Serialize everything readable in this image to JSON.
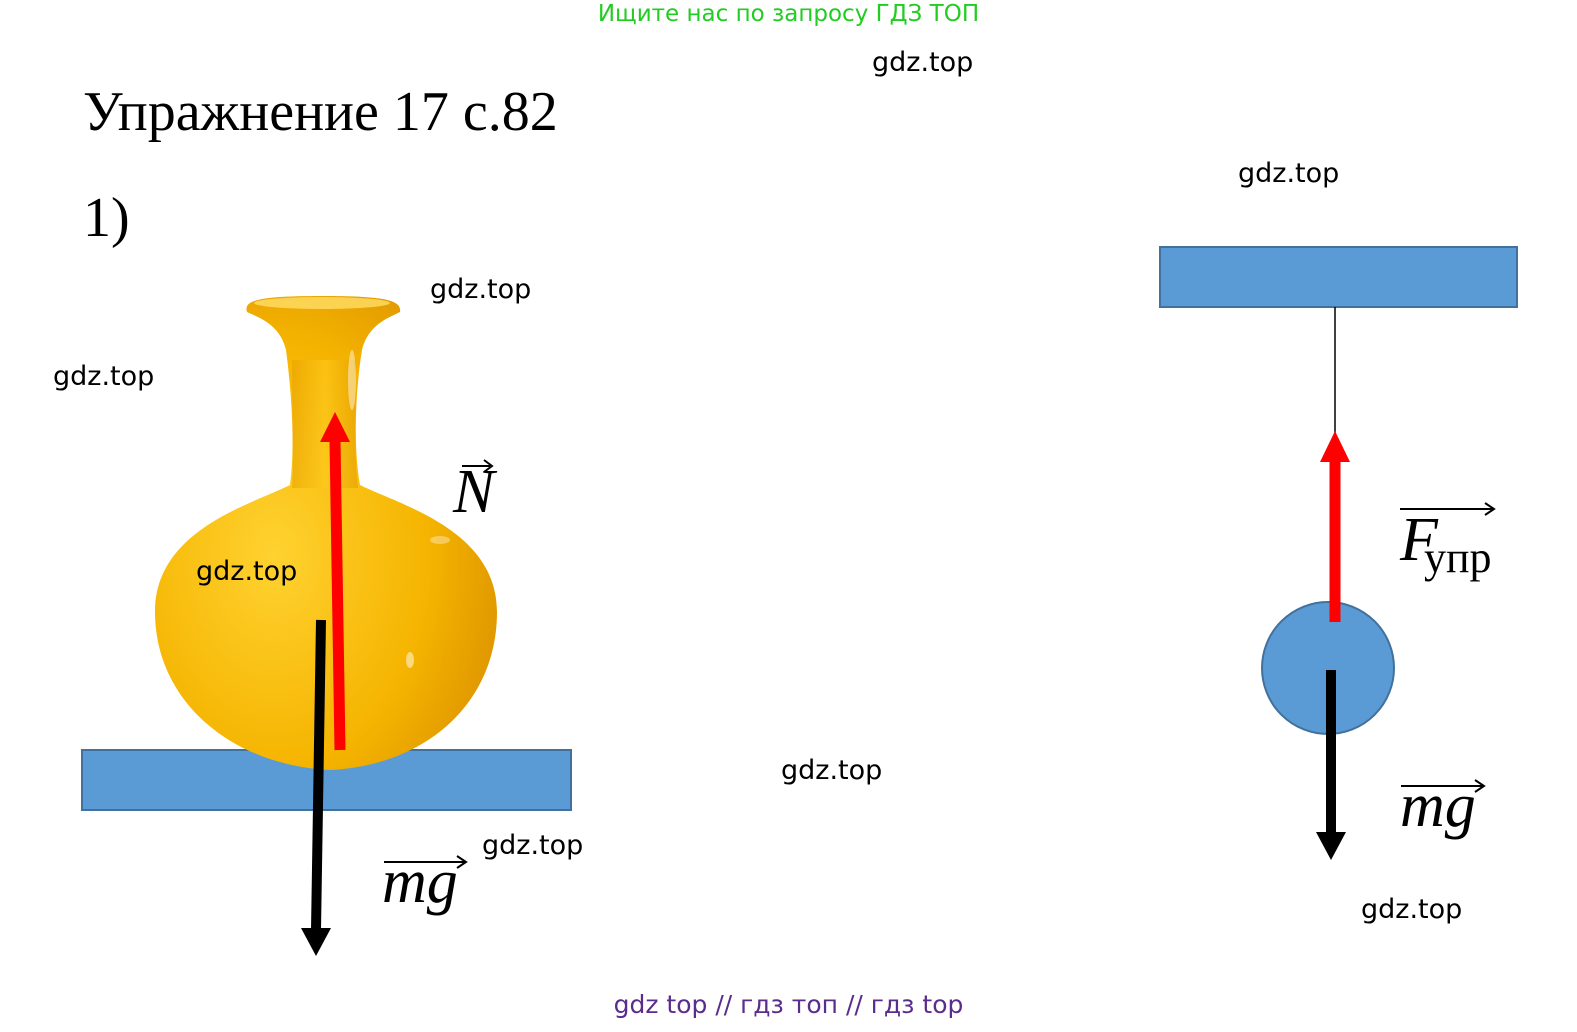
{
  "banner": "Ищите нас по запросу ГДЗ ТОП",
  "title": "Упражнение 17 с.82",
  "part": "1)",
  "watermark": "gdz.top",
  "footer": "gdz top  //  гдз топ  //  гдз top",
  "left_figure": {
    "object": "vase",
    "support": "table",
    "force_up": "N",
    "force_down": "mg"
  },
  "right_figure": {
    "object": "ball",
    "support": "ceiling",
    "force_up_main": "F",
    "force_up_sub": "упр",
    "force_down": "mg"
  },
  "colors": {
    "block_fill": "#5b9bd5",
    "block_stroke": "#41719c",
    "force_up": "#ff0000",
    "force_down": "#000000",
    "vase": "#f5b400",
    "banner": "#22cc22",
    "footer": "#5a2d8c"
  }
}
